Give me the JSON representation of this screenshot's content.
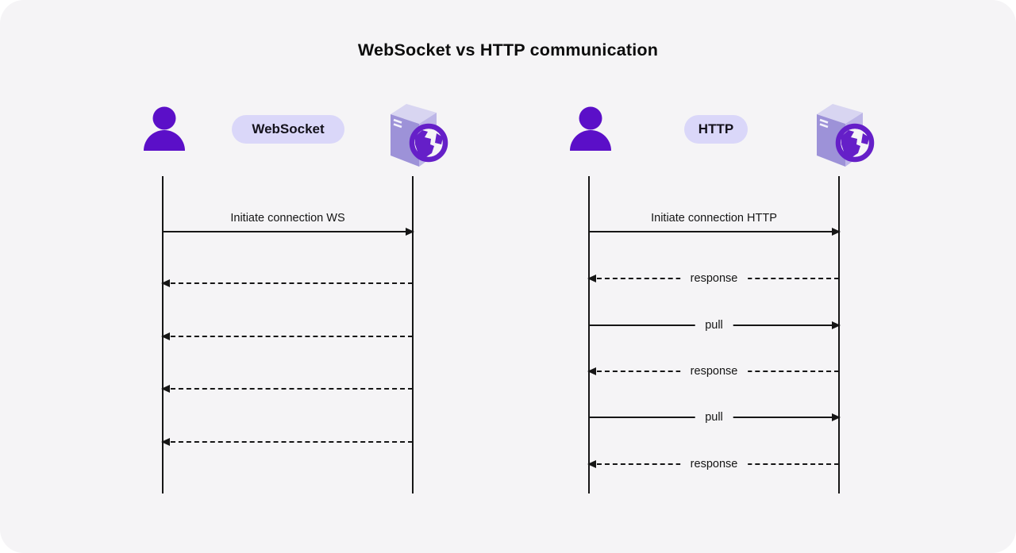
{
  "title": "WebSocket vs HTTP communication",
  "colors": {
    "card_background": "#f5f4f6",
    "line": "#161616",
    "person_icon": "#5b0fc8",
    "globe_icon": "#651fc8",
    "pill_background": "#dad7f9",
    "pill_text": "#14121c",
    "server_box_top": "#d8d5f1",
    "server_box_spine": "#9d92d8",
    "server_box_side": "#bdb6e7"
  },
  "panels": {
    "left": {
      "protocol": "WebSocket",
      "client_icon": "user-icon",
      "server_icon": "web-server-icon",
      "arrows": [
        {
          "label": "Initiate connection WS",
          "style": "solid",
          "direction": "right",
          "label_position": "above"
        },
        {
          "label": "",
          "style": "dashed",
          "direction": "left",
          "label_position": "none"
        },
        {
          "label": "",
          "style": "dashed",
          "direction": "left",
          "label_position": "none"
        },
        {
          "label": "",
          "style": "dashed",
          "direction": "left",
          "label_position": "none"
        },
        {
          "label": "",
          "style": "dashed",
          "direction": "left",
          "label_position": "none"
        }
      ]
    },
    "right": {
      "protocol": "HTTP",
      "client_icon": "user-icon",
      "server_icon": "web-server-icon",
      "arrows": [
        {
          "label": "Initiate connection HTTP",
          "style": "solid",
          "direction": "right",
          "label_position": "above"
        },
        {
          "label": "response",
          "style": "dashed",
          "direction": "left",
          "label_position": "inline"
        },
        {
          "label": "pull",
          "style": "solid",
          "direction": "right",
          "label_position": "inline"
        },
        {
          "label": "response",
          "style": "dashed",
          "direction": "left",
          "label_position": "inline"
        },
        {
          "label": "pull",
          "style": "solid",
          "direction": "right",
          "label_position": "inline"
        },
        {
          "label": "response",
          "style": "dashed",
          "direction": "left",
          "label_position": "inline"
        }
      ]
    }
  }
}
